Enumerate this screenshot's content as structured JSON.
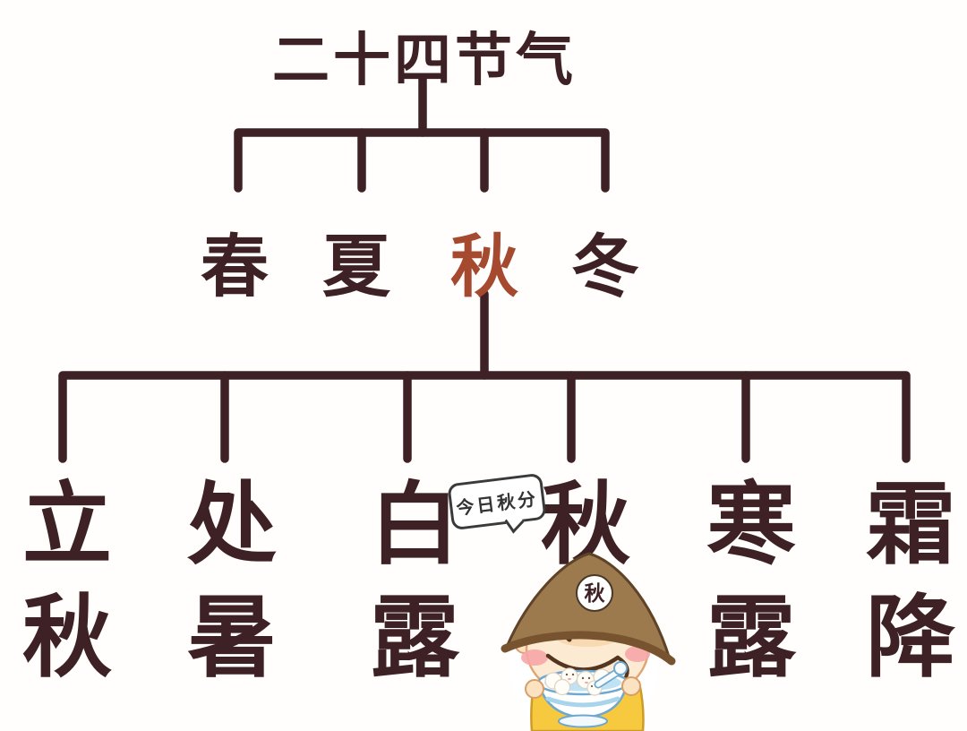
{
  "title": {
    "text": "二十四节气"
  },
  "tree": {
    "seasons": [
      {
        "label": "春",
        "highlighted": false
      },
      {
        "label": "夏",
        "highlighted": false
      },
      {
        "label": "秋",
        "highlighted": true
      },
      {
        "label": "冬",
        "highlighted": false
      }
    ],
    "autumn_terms": [
      {
        "label": "立秋"
      },
      {
        "label": "处暑"
      },
      {
        "label": "白露"
      },
      {
        "label": "秋分"
      },
      {
        "label": "寒露"
      },
      {
        "label": "霜降"
      }
    ]
  },
  "speech_bubble": {
    "text": "今日秋分"
  },
  "cartoon": {
    "hat_badge": "秋"
  },
  "colors": {
    "line_dark": "#3E2124",
    "accent_autumn": "#A5492F",
    "bubble_border": "#3A3A3A",
    "hat_brown": "#9C7A4E",
    "shirt_yellow": "#F7C93F",
    "water_blue": "#BFE2F4",
    "background": "#FFFEFC"
  }
}
